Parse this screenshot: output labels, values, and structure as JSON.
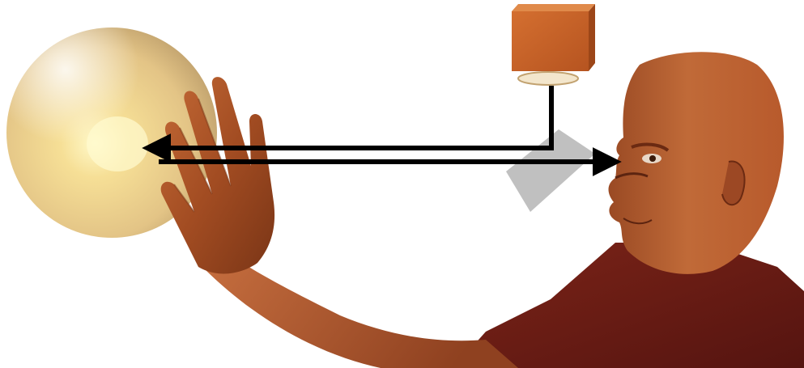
{
  "scene": {
    "background": "#ffffff",
    "sphere_color": "#e9cf90",
    "sphere_highlight": "#fff7c8",
    "skin_color": "#b55a2c",
    "skin_dark": "#7a3516",
    "shirt_color": "#6a1c14",
    "box_color": "#c8642a",
    "lens_color": "#f2e4c8",
    "mirror_color": "#b9b9b9",
    "arrow_color": "#000000"
  },
  "elements": [
    {
      "name": "illuminated-sphere",
      "icon": "sphere-icon"
    },
    {
      "name": "light-source-box",
      "icon": "box-icon"
    },
    {
      "name": "lens-disc",
      "icon": "lens-icon"
    },
    {
      "name": "beam-splitter-mirror",
      "icon": "mirror-icon"
    },
    {
      "name": "observer-head",
      "icon": "person-icon"
    },
    {
      "name": "observer-hand",
      "icon": "hand-icon"
    }
  ]
}
